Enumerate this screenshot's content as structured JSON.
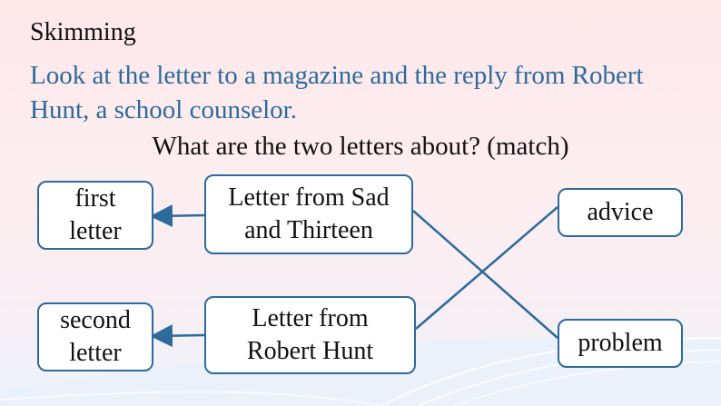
{
  "slide": {
    "title": "Skimming",
    "instruction": "Look at the letter to a magazine and the reply from Robert Hunt, a school counselor.",
    "question": "What are the two letters about? (match)"
  },
  "left_boxes": {
    "first": {
      "line1": "first",
      "line2": "letter"
    },
    "second": {
      "line1": "second",
      "line2": "letter"
    }
  },
  "middle_boxes": {
    "sad": {
      "line1": "Letter from Sad",
      "line2": "and Thirteen"
    },
    "robert": {
      "line1": "Letter from",
      "line2": "Robert Hunt"
    }
  },
  "right_boxes": {
    "advice": "advice",
    "problem": "problem"
  },
  "colors": {
    "accent": "#2d6b9a",
    "background": "#fde7ea"
  }
}
